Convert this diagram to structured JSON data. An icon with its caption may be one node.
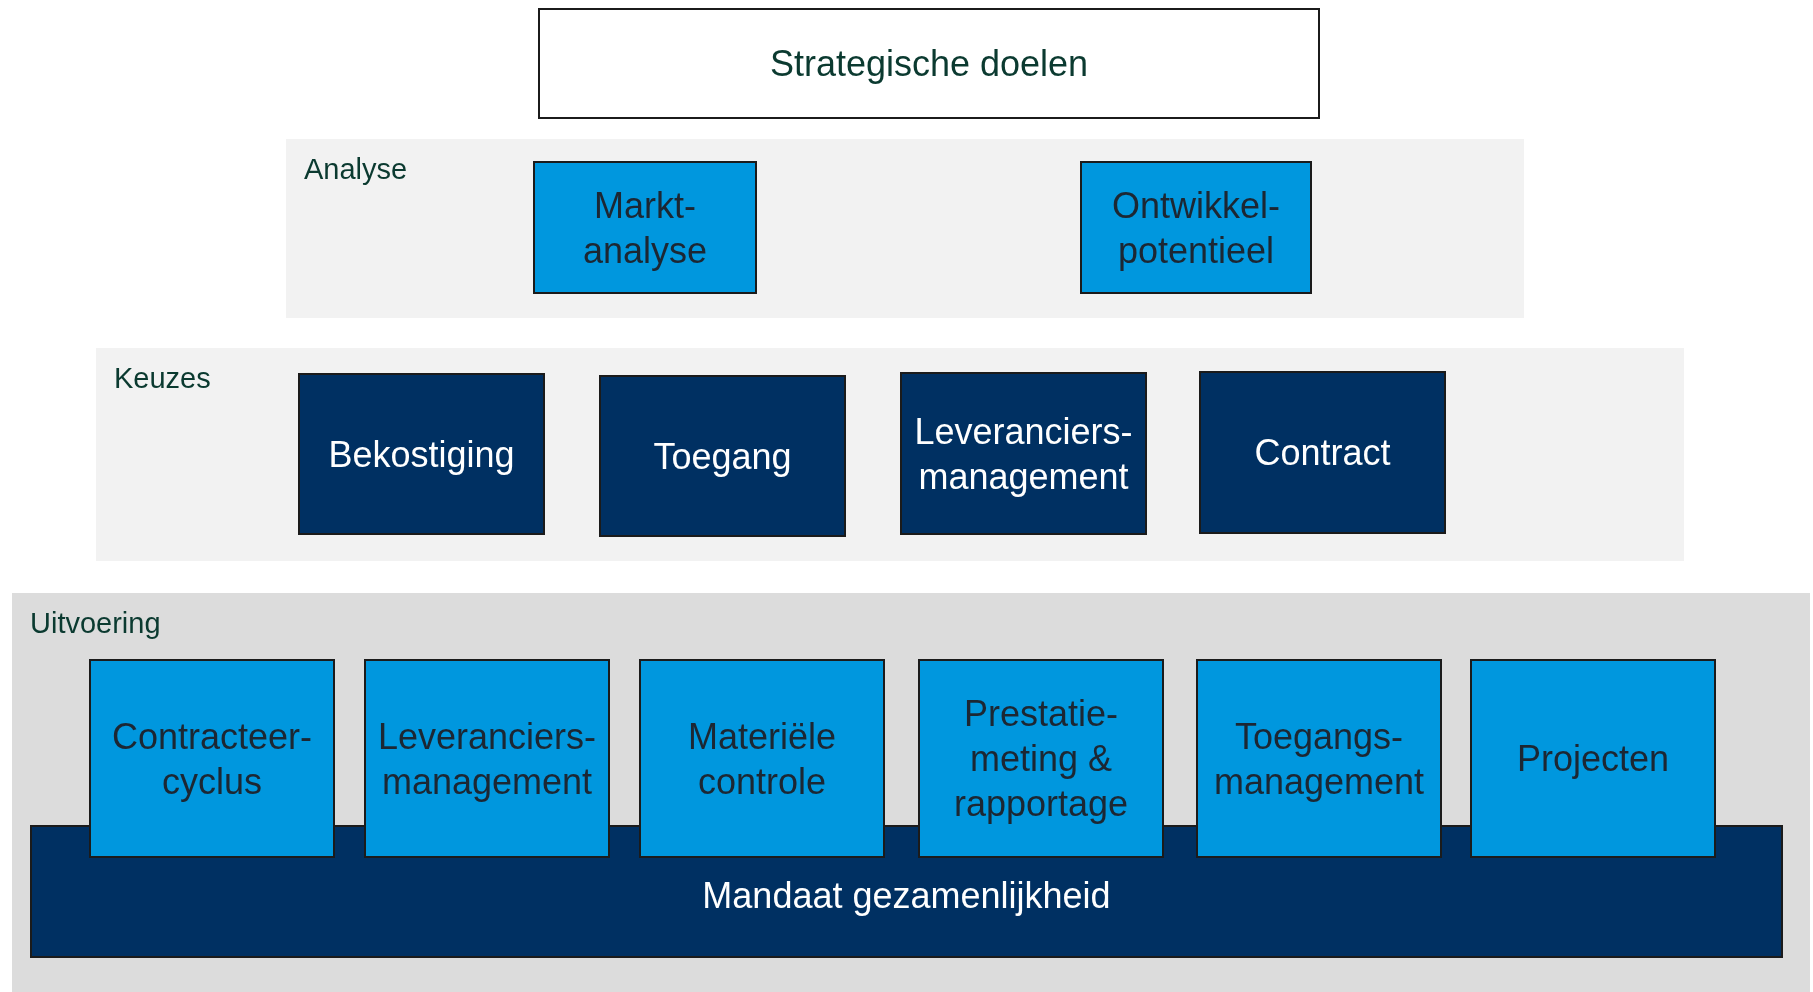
{
  "diagram": {
    "nodes": [
      {
        "text": [
          "Strategische doelen"
        ]
      },
      {
        "text": [
          "Analyse"
        ]
      },
      {
        "text": [
          "Markt-analyse"
        ],
        "in": 1
      },
      {
        "text": [
          "Ontwikkel-potentieel"
        ],
        "in": 1
      },
      {
        "text": [
          "Keuzes"
        ]
      },
      {
        "text": [
          "Bekostiging"
        ],
        "in": 4
      },
      {
        "text": [
          "Toegang"
        ],
        "in": 4
      },
      {
        "text": [
          "Leveranciers-management"
        ],
        "in": 4
      },
      {
        "text": [
          "Contract"
        ],
        "in": 4
      },
      {
        "text": [
          "Uitvoering"
        ]
      },
      {
        "text": [
          "Contracteer-cyclus"
        ],
        "in": 9
      },
      {
        "text": [
          "Leveranciers-management"
        ],
        "in": 9
      },
      {
        "text": [
          "Materiële controle"
        ],
        "in": 9
      },
      {
        "text": [
          "Prestatie-meting & rapportage"
        ],
        "in": 9
      },
      {
        "text": [
          "Toegangs-management"
        ],
        "in": 9
      },
      {
        "text": [
          "Projecten"
        ],
        "in": 9
      },
      {
        "text": [
          "Mandaat gezamenlijkheid"
        ],
        "in": 9
      }
    ],
    "edges": []
  }
}
